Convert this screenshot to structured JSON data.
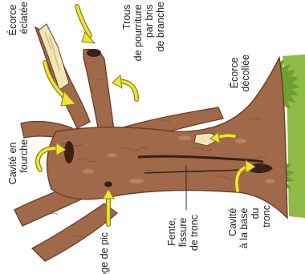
{
  "diagram": {
    "labels": {
      "ecorce_eclatee": [
        "Écorce",
        "éclatée"
      ],
      "trous_pourriture": [
        "Trous",
        "de pourriture",
        "par bris",
        "de branche"
      ],
      "ecorce_decollee": [
        "Écorce",
        "décollée"
      ],
      "cavite_fourche": [
        "Cavité en",
        "fourche"
      ],
      "loge_pic": [
        "Loge de pic"
      ],
      "fente_tronc": [
        "Fente,",
        "fissure",
        "de tronc"
      ],
      "cavite_base": [
        "Cavité",
        "à la base",
        "du",
        "tronc"
      ]
    },
    "colors": {
      "bark": "#a0694a",
      "bark_dark": "#6b3d26",
      "bark_light": "#c48d6b",
      "arrow": "#efe23a",
      "arrow_outline": "#8c7d12",
      "grass": "#7fae3a",
      "peeled_wood": "#f3e6b6"
    }
  }
}
